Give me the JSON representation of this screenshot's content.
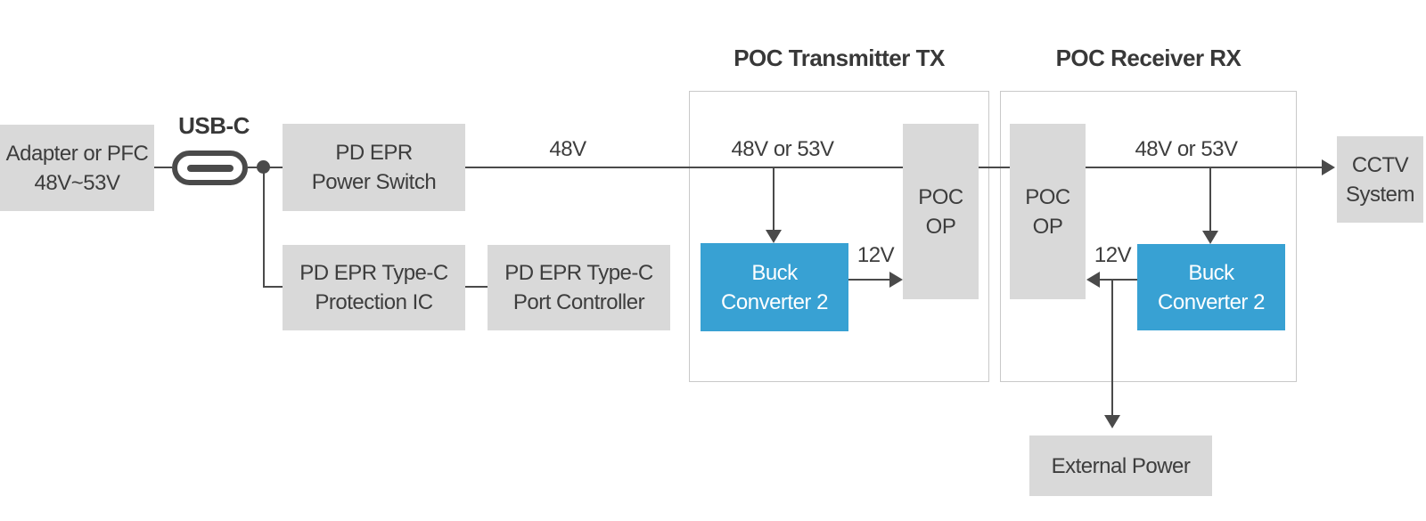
{
  "colors": {
    "block_gray": "#d9d9d9",
    "accent_blue": "#38a1d3",
    "line_gray": "#4a4a4a",
    "text_dark": "#3d3d3d",
    "section_border": "#c9c9c9",
    "buck_text": "#ffffff"
  },
  "sections": {
    "tx": {
      "title": "POC Transmitter TX"
    },
    "rx": {
      "title": "POC Receiver RX"
    }
  },
  "blocks": {
    "adapter": {
      "line1": "Adapter or PFC",
      "line2": "48V~53V"
    },
    "usb": {
      "label": "USB-C"
    },
    "power_switch": {
      "line1": "PD EPR",
      "line2": "Power Switch"
    },
    "protection_ic": {
      "line1": "PD EPR Type-C",
      "line2": "Protection IC"
    },
    "port_controller": {
      "line1": "PD EPR Type-C",
      "line2": "Port Controller"
    },
    "tx_poc_op": {
      "line1": "POC",
      "line2": "OP"
    },
    "tx_buck": {
      "line1": "Buck",
      "line2": "Converter 2"
    },
    "rx_poc_op": {
      "line1": "POC",
      "line2": "OP"
    },
    "rx_buck": {
      "line1": "Buck",
      "line2": "Converter 2"
    },
    "cctv": {
      "line1": "CCTV",
      "line2": "System"
    },
    "external_power": {
      "label": "External Power"
    }
  },
  "wire_labels": {
    "bus_48v": "48V",
    "tx_bus": "48V or 53V",
    "rx_bus": "48V or 53V",
    "tx_out": "12V",
    "rx_out": "12V"
  }
}
